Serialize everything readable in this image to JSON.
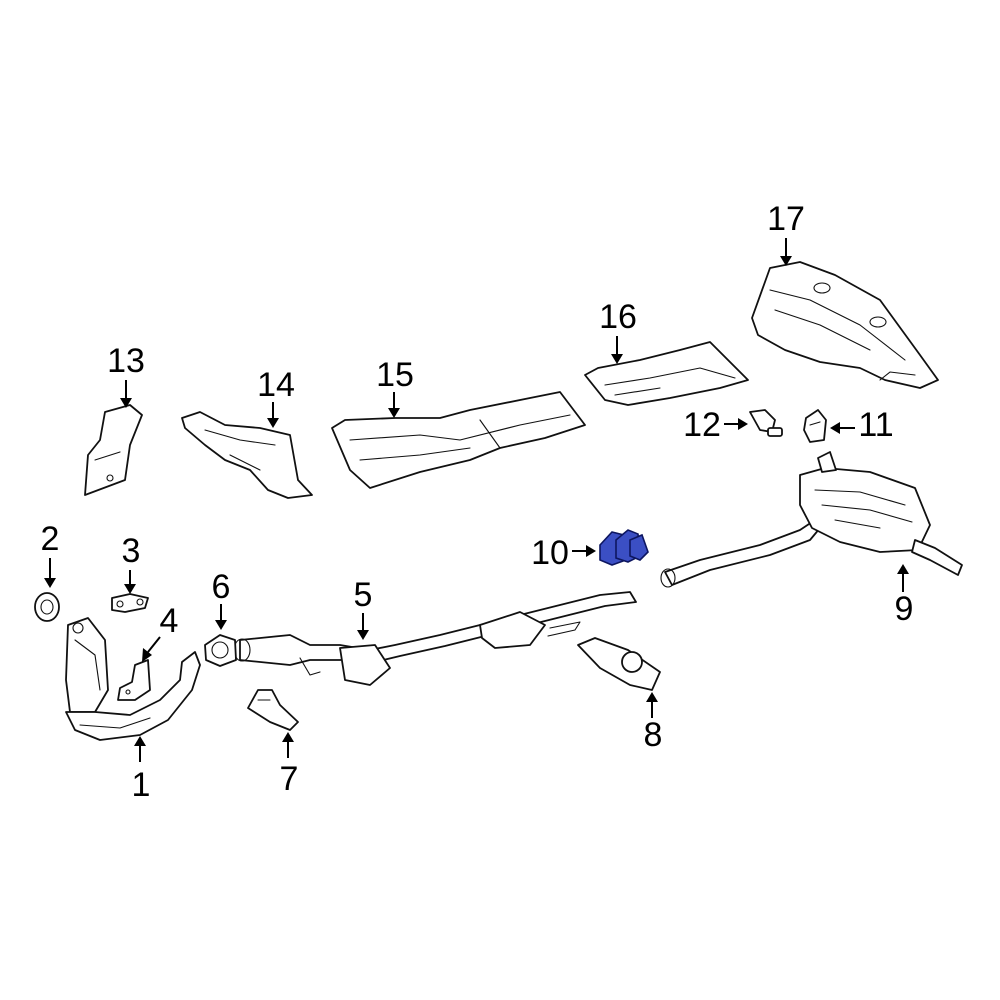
{
  "diagram": {
    "highlight_color": "#3b4fc4",
    "line_color": "#000000",
    "background": "#ffffff",
    "callouts": [
      {
        "id": "1",
        "label": "1"
      },
      {
        "id": "2",
        "label": "2"
      },
      {
        "id": "3",
        "label": "3"
      },
      {
        "id": "4",
        "label": "4"
      },
      {
        "id": "5",
        "label": "5"
      },
      {
        "id": "6",
        "label": "6"
      },
      {
        "id": "7",
        "label": "7"
      },
      {
        "id": "8",
        "label": "8"
      },
      {
        "id": "9",
        "label": "9"
      },
      {
        "id": "10",
        "label": "10"
      },
      {
        "id": "11",
        "label": "11"
      },
      {
        "id": "12",
        "label": "12"
      },
      {
        "id": "13",
        "label": "13"
      },
      {
        "id": "14",
        "label": "14"
      },
      {
        "id": "15",
        "label": "15"
      },
      {
        "id": "16",
        "label": "16"
      },
      {
        "id": "17",
        "label": "17"
      }
    ],
    "highlighted_part": "10"
  }
}
